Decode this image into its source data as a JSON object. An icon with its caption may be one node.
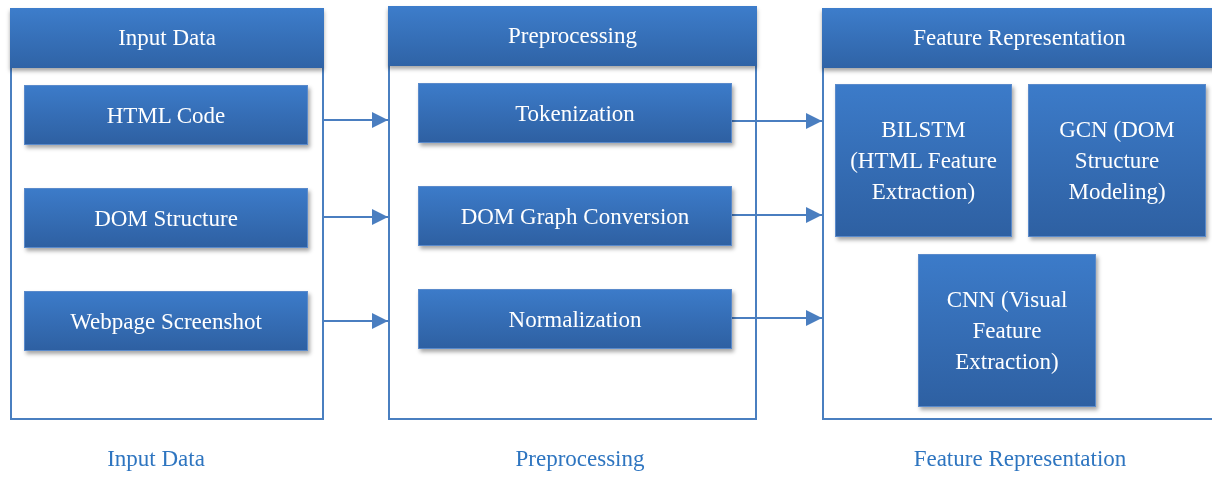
{
  "diagram": {
    "nodes": [
      {
        "text": [
          "Input Data"
        ]
      },
      {
        "text": [
          "HTML Code"
        ],
        "in": 0
      },
      {
        "text": [
          "DOM Structure"
        ],
        "in": 0
      },
      {
        "text": [
          "Webpage Screenshot"
        ],
        "in": 0
      },
      {
        "text": [
          "Preprocessing"
        ]
      },
      {
        "text": [
          "Tokenization"
        ],
        "in": 4
      },
      {
        "text": [
          "DOM Graph Conversion"
        ],
        "in": 4
      },
      {
        "text": [
          "Normalization"
        ],
        "in": 4
      },
      {
        "text": [
          "Feature Representation"
        ]
      },
      {
        "text": [
          "BILSTM (HTML Feature Extraction)"
        ],
        "in": 8
      },
      {
        "text": [
          "GCN (DOM Structure Modeling)"
        ],
        "in": 8
      },
      {
        "text": [
          "CNN (Visual Feature Extraction)"
        ],
        "in": 8
      }
    ],
    "edges": [
      {
        "from": 0,
        "to": 4,
        "arrow": "to"
      },
      {
        "from": 0,
        "to": 4,
        "arrow": "to"
      },
      {
        "from": 0,
        "to": 4,
        "arrow": "to"
      },
      {
        "from": 5,
        "to": 8,
        "arrow": "to"
      },
      {
        "from": 6,
        "to": 8,
        "arrow": "to"
      },
      {
        "from": 7,
        "to": 8,
        "arrow": "to"
      }
    ],
    "labels": [
      "Input Data",
      "Preprocessing",
      "Feature Representation"
    ]
  }
}
